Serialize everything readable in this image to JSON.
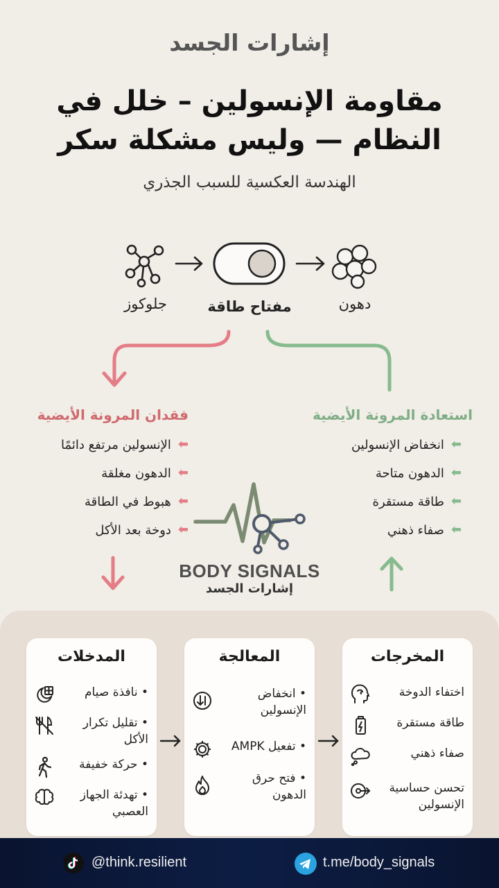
{
  "header": {
    "brand": "إشارات الجسد",
    "title_line1": "مقاومة الإنسولين – خلل في",
    "title_line2": "النظام — وليس مشكلة سكر",
    "subtitle": "الهندسة العكسية للسبب الجذري"
  },
  "flow": {
    "glucose": "جلوكوز",
    "switch": "مفتاح طاقة",
    "fats": "دهون"
  },
  "loss": {
    "title": "فقدان المرونة الأيضية",
    "items": [
      "الإنسولين مرتفع دائمًا",
      "الدهون مغلقة",
      "هبوط في الطاقة",
      "دوخة بعد الأكل"
    ]
  },
  "restore": {
    "title": "استعادة المرونة الأيضية",
    "items": [
      "انخفاض الإنسولين",
      "الدهون متاحة",
      "طاقة مستقرة",
      "صفاء ذهني"
    ]
  },
  "logo": {
    "text": "BODY SIGNALS",
    "sub": "إشارات الجسد"
  },
  "cards": {
    "inputs": {
      "title": "المدخلات",
      "items": [
        "نافذة صيام",
        "تقليل تكرار الأكل",
        "حركة خفيفة",
        "تهدئة الجهاز العصبي"
      ]
    },
    "processing": {
      "title": "المعالجة",
      "items": [
        "انخفاض الإنسولين",
        "تفعيل AMPK",
        "فتح حرق الدهون"
      ]
    },
    "outputs": {
      "title": "المخرجات",
      "items": [
        "اختفاء الدوخة",
        "طاقة مستقرة",
        "صفاء ذهني",
        "تحسن حساسية الإنسولين"
      ]
    }
  },
  "footer": {
    "tiktok": "@think.resilient",
    "telegram": "t.me/body_signals"
  },
  "colors": {
    "red": "#e47d86",
    "green": "#86bb8e",
    "background": "#f1ede7",
    "footer": "#0c1d44"
  },
  "icons": [
    "molecule-icon",
    "toggle-switch-icon",
    "fat-cells-icon",
    "moon-calendar-icon",
    "utensils-crossed-icon",
    "walking-person-icon",
    "brain-icon",
    "down-arrow-circle-icon",
    "gear-icon",
    "flame-icon",
    "head-icon",
    "battery-icon",
    "thought-cloud-icon",
    "target-arrow-icon",
    "tiktok-icon",
    "telegram-icon"
  ]
}
